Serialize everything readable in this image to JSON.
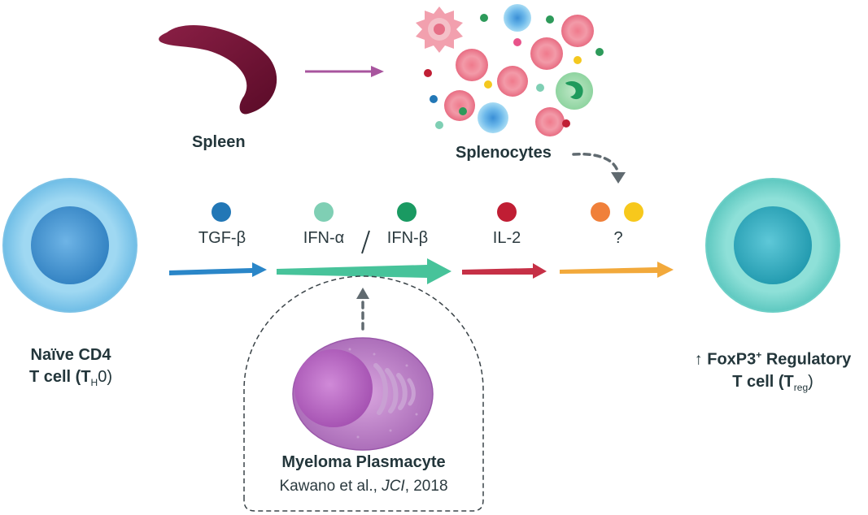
{
  "labels": {
    "spleen": "Spleen",
    "splenocytes": "Splenocytes",
    "naive_line1": "Naïve CD4",
    "naive_line2_prefix": "T cell (T",
    "naive_line2_sub": "H",
    "naive_line2_suffix": "0)",
    "treg_line1_prefix": "↑ FoxP3",
    "treg_line1_sup": "+",
    "treg_line1_suffix": " Regulatory",
    "treg_line2_prefix": "T cell (T",
    "treg_line2_sub": "reg",
    "treg_line2_suffix": ")",
    "myeloma": "Myeloma Plasmacyte",
    "citation_authors": "Kawano et al., ",
    "citation_journal": "JCI",
    "citation_year": ", 2018",
    "separator": "/"
  },
  "factors": [
    {
      "label": "TGF-β",
      "color": "#2277b6"
    },
    {
      "label": "IFN-α",
      "color": "#7fcfb4"
    },
    {
      "label": "IFN-β",
      "color": "#1a9a62"
    },
    {
      "label": "IL-2",
      "color": "#c01e34"
    },
    {
      "label": "?",
      "color": "#f0803a",
      "color2": "#f7c81c"
    }
  ],
  "colors": {
    "naive_cell": "#8fd0ef",
    "naive_nucleus": "#3a8fd0",
    "treg_cell": "#7fd8d0",
    "treg_nucleus": "#2aa8b8",
    "arrow_tgf": "#2a86c8",
    "arrow_ifn": "#47c39a",
    "arrow_il2": "#c63046",
    "arrow_unknown": "#f2a93b",
    "arrow_spleen": "#a8559e",
    "spleen": "#6e0f33",
    "plasmacyte": "#b47cc0",
    "dashed_arrow": "#606a70"
  }
}
